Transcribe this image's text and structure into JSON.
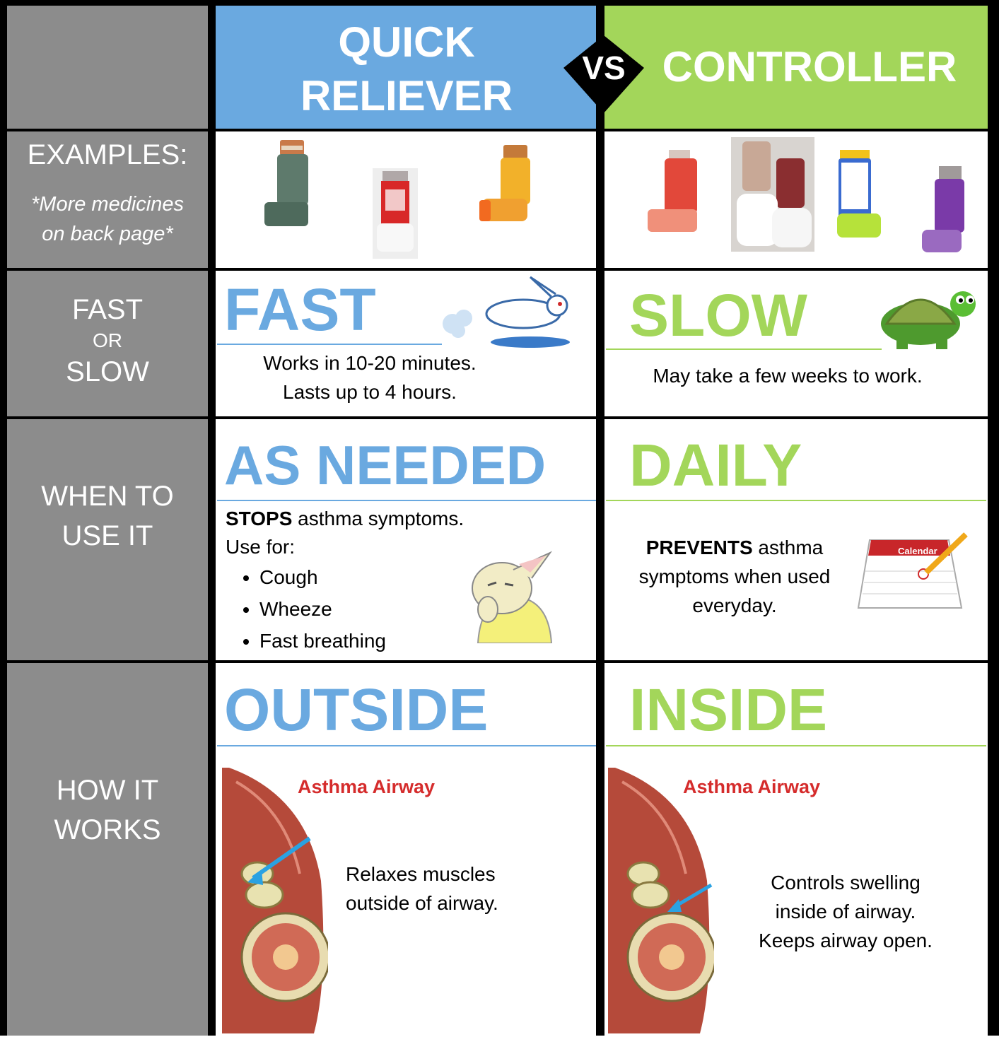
{
  "header": {
    "quick_line1": "QUICK",
    "quick_line2": "RELIEVER",
    "vs": "VS",
    "controller": "CONTROLLER"
  },
  "rows": {
    "examples": {
      "label": "EXAMPLES:",
      "note_line1": "*More medicines",
      "note_line2": "on back page*"
    },
    "speed": {
      "label_line1": "FAST",
      "label_or": "OR",
      "label_line2": "SLOW",
      "quick_title": "FAST",
      "quick_line1": "Works in 10-20 minutes.",
      "quick_line2": "Lasts up to 4 hours.",
      "controller_title": "SLOW",
      "controller_text": "May take a few weeks to work."
    },
    "when": {
      "label_line1": "WHEN TO",
      "label_line2": "USE IT",
      "quick_title": "AS NEEDED",
      "quick_strong": "STOPS",
      "quick_rest": " asthma symptoms.",
      "use_for": "Use for:",
      "bullets": [
        "Cough",
        "Wheeze",
        "Fast breathing"
      ],
      "controller_title": "DAILY",
      "controller_strong": "PREVENTS",
      "controller_rest": " asthma",
      "controller_line2": "symptoms when used",
      "controller_line3": "everyday.",
      "calendar_label": "Calendar"
    },
    "how": {
      "label_line1": "HOW IT",
      "label_line2": "WORKS",
      "quick_title": "OUTSIDE",
      "airway_title": "Asthma Airway",
      "quick_line1": "Relaxes muscles",
      "quick_line2": "outside of airway.",
      "controller_title": "INSIDE",
      "controller_line1": "Controls swelling",
      "controller_line2": "inside of airway.",
      "controller_line3": "Keeps airway open."
    }
  },
  "colors": {
    "quick": "#6aa9e0",
    "controller": "#a3d65a",
    "label_bg": "#8c8c8c"
  }
}
